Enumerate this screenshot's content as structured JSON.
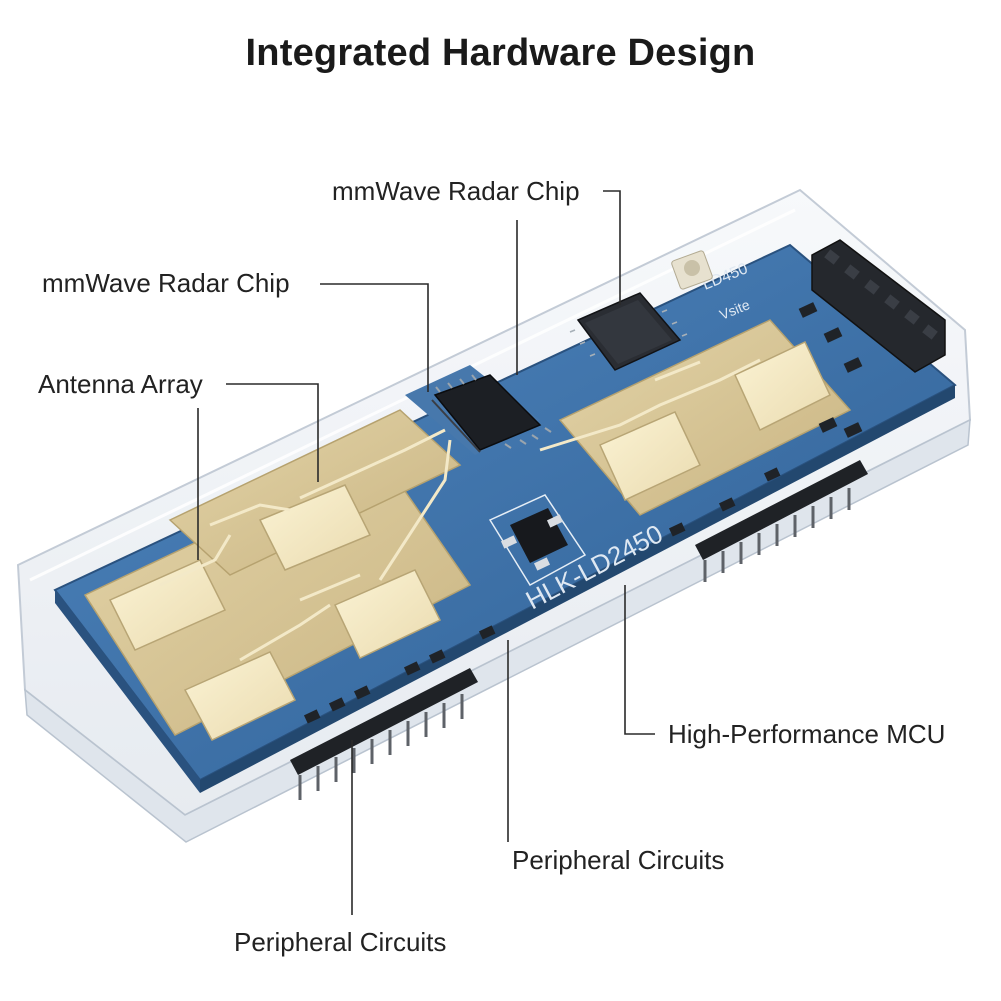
{
  "title": "Integrated Hardware Design",
  "labels": {
    "radar_chip_top": "mmWave Radar Chip",
    "radar_chip_left": "mmWave Radar Chip",
    "antenna_array": "Antenna Array",
    "mcu": "High-Performance MCU",
    "peripheral_right": "Peripheral Circuits",
    "peripheral_bottom": "Peripheral Circuits"
  },
  "board": {
    "silkscreen_main": "HLK-LD2450",
    "silkscreen_corner": "LD450",
    "silkscreen_small": "Vsite"
  },
  "colors": {
    "pcb_blue": "#3a6fa6",
    "antenna_gold": "#d8c79a",
    "enclosure": "#eef2f6"
  }
}
